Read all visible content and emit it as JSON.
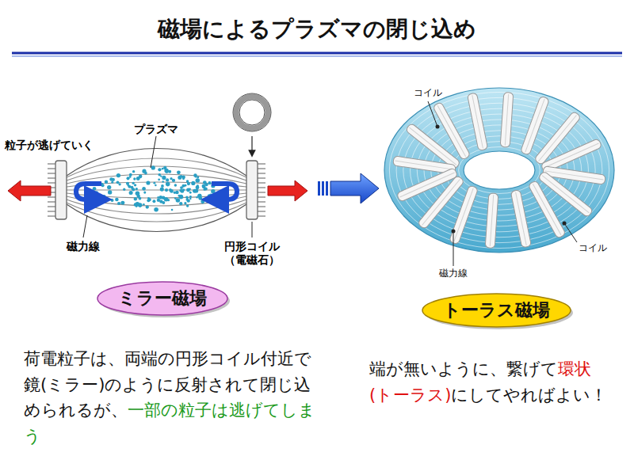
{
  "diagram": {
    "title": "磁場によるプラズマの閉じ込め",
    "nodes": [
      {
        "text": [
          "ミラー磁場"
        ]
      },
      {
        "text": [
          "トーラス磁場"
        ]
      }
    ],
    "labels": [
      "プラズマ",
      "粒子が逃げていく",
      "磁力線",
      "円形コイル （電磁石）",
      "コイル",
      "コイル",
      "磁力線",
      "荷電粒子は、両端の円形コイル付近で鏡(ミラー)のように反射されて閉じ込められるが、",
      "一部の粒子は逃げてしまう",
      "端が無いように、繋げて",
      "環状(トーラス)",
      "にしてやればよい！"
    ]
  }
}
